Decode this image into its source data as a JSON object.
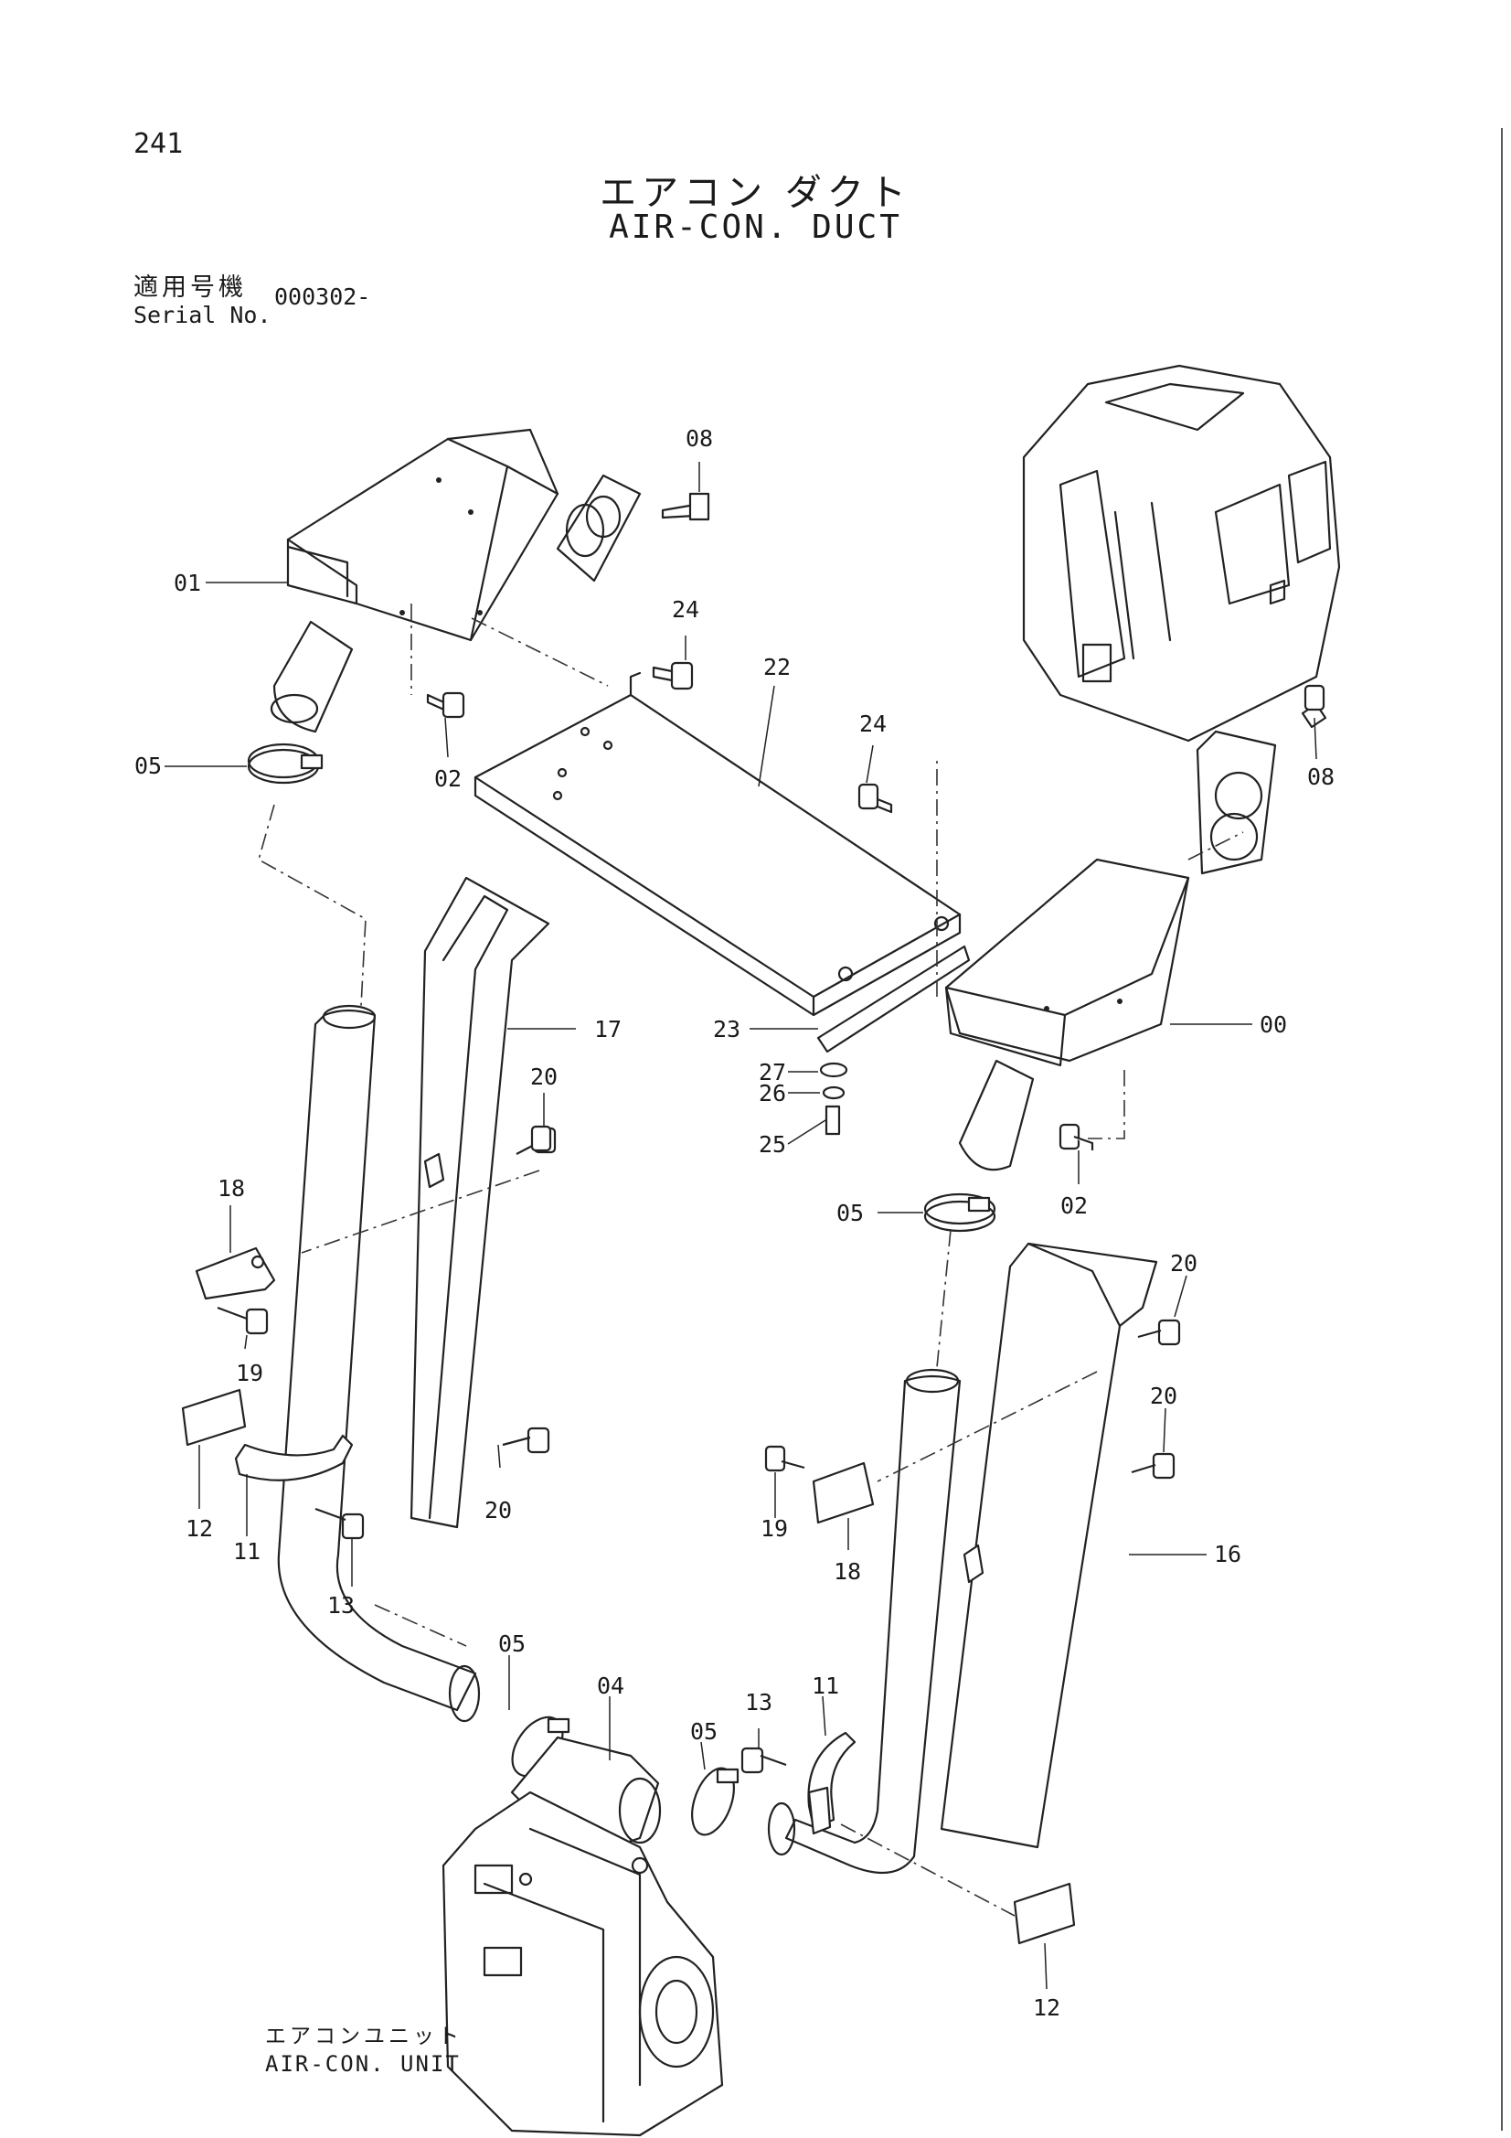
{
  "header": {
    "page_number": "241",
    "title_ja": "エアコン ダクト",
    "title_en": "AIR-CON. DUCT",
    "serial_label_ja": "適用号機",
    "serial_label_en": "Serial No.",
    "serial_value": "000302-"
  },
  "footer": {
    "unit_label_ja": "エアコンユニット",
    "unit_label_en": "AIR-CON. UNIT"
  },
  "parts": {
    "p08a": "08",
    "p01": "01",
    "p24a": "24",
    "p22": "22",
    "p02a": "02",
    "p05a": "05",
    "p24b": "24",
    "p08b": "08",
    "p17": "17",
    "p00": "00",
    "p23": "23",
    "p27": "27",
    "p26": "26",
    "p25": "25",
    "p20a": "20",
    "p18a": "18",
    "p02b": "02",
    "p05b": "05",
    "p20b": "20",
    "p19a": "19",
    "p20c": "20",
    "p20d": "20",
    "p12a": "12",
    "p11a": "11",
    "p13a": "13",
    "p19b": "19",
    "p18b": "18",
    "p16": "16",
    "p05c": "05",
    "p04": "04",
    "p13b": "13",
    "p11b": "11",
    "p05d": "05",
    "p12b": "12"
  }
}
